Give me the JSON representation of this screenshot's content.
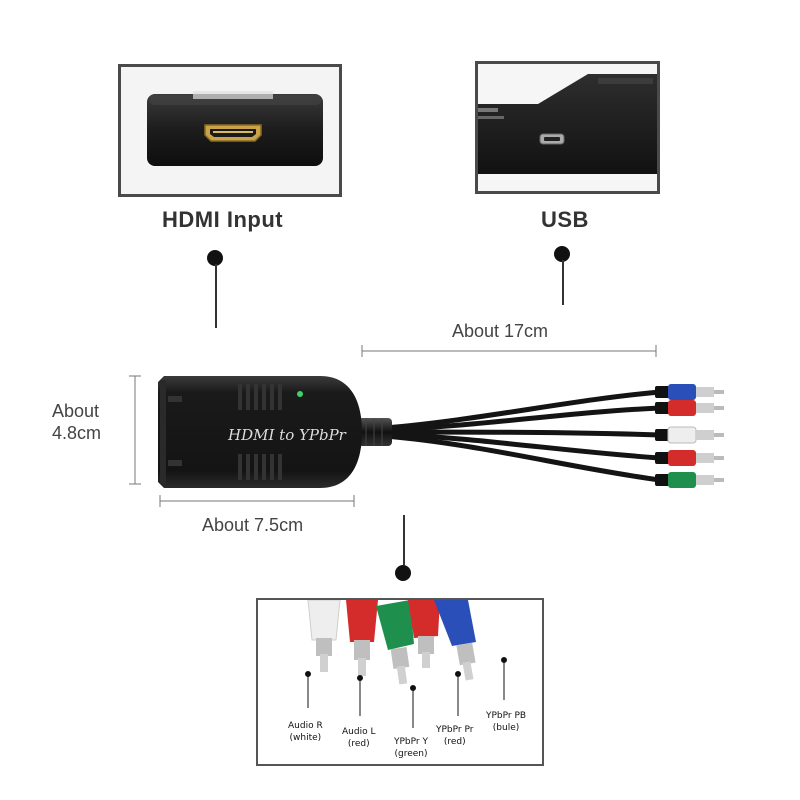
{
  "top": {
    "hdmi_label": "HDMI Input",
    "usb_label": "USB"
  },
  "dimensions": {
    "length_cable": "About 17cm",
    "height": "About\n4.8cm",
    "height_line1": "About",
    "height_line2": "4.8cm",
    "width": "About 7.5cm"
  },
  "device": {
    "body_text": "HDMI  to YPbPr"
  },
  "connectors": [
    {
      "line1": "Audio R",
      "line2": "(white)"
    },
    {
      "line1": "Audio L",
      "line2": "(red)"
    },
    {
      "line1": "YPbPr Y",
      "line2": "(green)"
    },
    {
      "line1": "YPbPr Pr",
      "line2": "(red)"
    },
    {
      "line1": "YPbPr PB",
      "line2": "(bule)"
    }
  ],
  "colors": {
    "white_plug": "#e8e8e8",
    "red_plug": "#d42b2b",
    "green_plug": "#1f8f4e",
    "blue_plug": "#2a4fb8",
    "device_body": "#1a1a1a"
  }
}
